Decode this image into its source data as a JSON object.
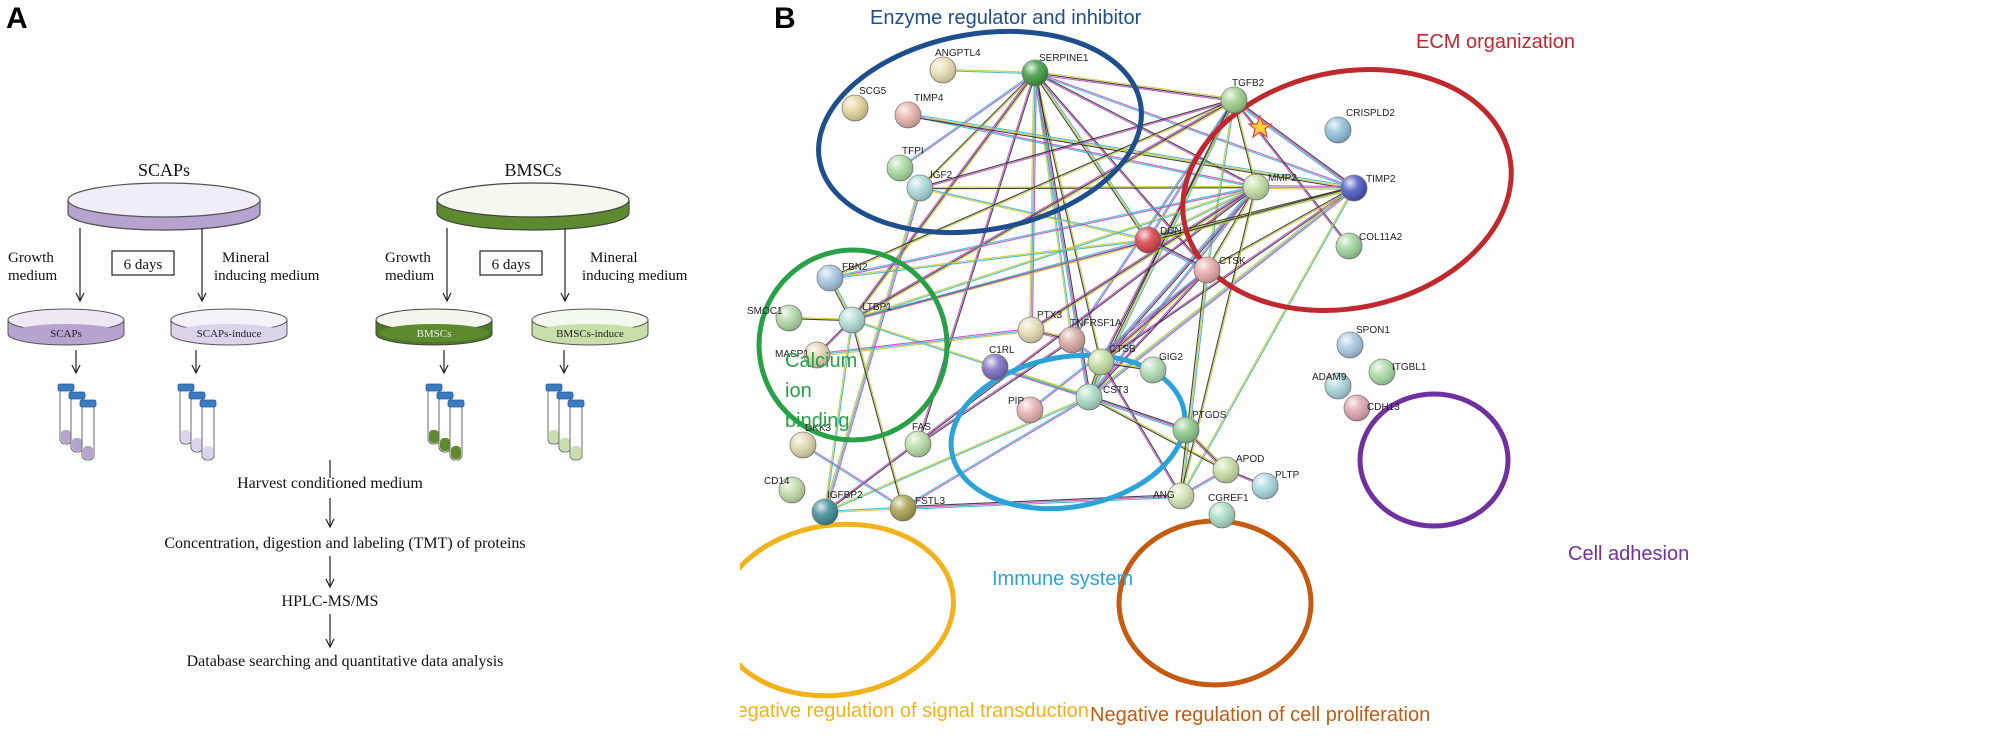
{
  "panel_a": {
    "label": "A",
    "left_cells": "SCAPs",
    "right_cells": "BMSCs",
    "growth_label_1": "Growth",
    "growth_label_2": "medium",
    "days": "6 days",
    "mineral_label_1": "Mineral",
    "mineral_label_2": "inducing medium",
    "dish_scaps": "SCAPs",
    "dish_scaps_induce": "SCAPs-induce",
    "dish_bmscs": "BMSCs",
    "dish_bmscs_induce": "BMSCs-induce",
    "steps": [
      "Harvest conditioned medium",
      "Concentration, digestion and labeling (TMT) of proteins",
      "HPLC-MS/MS",
      "Database searching and quantitative data analysis"
    ],
    "colors": {
      "scaps_dish": "#b7a3cf",
      "scaps_induce_dish": "#ddd3ea",
      "bmscs_dish": "#5c8a2d",
      "bmscs_induce_dish": "#c8dfaa",
      "tube_cap": "#3b7bbf"
    }
  },
  "panel_b": {
    "label": "B",
    "categories": {
      "enzyme": {
        "text": "Enzyme regulator and inhibitor",
        "color": "#1f4e8c"
      },
      "ecm": {
        "text": "ECM organization",
        "color": "#c0282d"
      },
      "calcium_1": {
        "text": "Calcium",
        "color": "#27a046"
      },
      "calcium_2": {
        "text": "ion",
        "color": "#27a046"
      },
      "calcium_3": {
        "text": "binding",
        "color": "#27a046"
      },
      "immune": {
        "text": "Immune system",
        "color": "#2aa3d8"
      },
      "cell_adhesion": {
        "text": "Cell adhesion",
        "color": "#7030a0"
      },
      "neg_signal": {
        "text": "Negative regulation of signal transduction",
        "color": "#f2b21b"
      },
      "neg_prolif": {
        "text": "Negative regulation of cell proliferation",
        "color": "#c55a11"
      }
    },
    "nodes": [
      {
        "id": "ANGPTL4",
        "color": "#e6deb0"
      },
      {
        "id": "SERPINE1",
        "color": "#3d9a3d"
      },
      {
        "id": "SCG5",
        "color": "#e3d49a"
      },
      {
        "id": "TIMP4",
        "color": "#e8b0a8"
      },
      {
        "id": "TFPI",
        "color": "#a8dba0"
      },
      {
        "id": "IGF2",
        "color": "#a8d8d8"
      },
      {
        "id": "TGFB2",
        "color": "#9ccf8a"
      },
      {
        "id": "CRISPLD2",
        "color": "#8ec0dc"
      },
      {
        "id": "MMP2",
        "color": "#c4dea0"
      },
      {
        "id": "TIMP2",
        "color": "#4a55c0"
      },
      {
        "id": "DCN",
        "color": "#d8404a"
      },
      {
        "id": "COL11A2",
        "color": "#9ed49a"
      },
      {
        "id": "CTSK",
        "color": "#e8a8a8"
      },
      {
        "id": "FBN2",
        "color": "#a4c4e0"
      },
      {
        "id": "SMOC1",
        "color": "#b0d8a4"
      },
      {
        "id": "LTBP1",
        "color": "#b0dcd4"
      },
      {
        "id": "MASP1",
        "color": "#e6d4b0"
      },
      {
        "id": "PTX3",
        "color": "#e6dcb0"
      },
      {
        "id": "TNFRSF1A",
        "color": "#d8a8a0"
      },
      {
        "id": "C1RL",
        "color": "#7c6cc0"
      },
      {
        "id": "CTSB",
        "color": "#c4dea0"
      },
      {
        "id": "GIG2",
        "color": "#b0dcb4"
      },
      {
        "id": "CST3",
        "color": "#a8dcc4"
      },
      {
        "id": "PIP",
        "color": "#e8b0b0"
      },
      {
        "id": "SPON1",
        "color": "#a8c8e4"
      },
      {
        "id": "ITGBL1",
        "color": "#a8dca4"
      },
      {
        "id": "ADAM9",
        "color": "#a8d4dc"
      },
      {
        "id": "CDH13",
        "color": "#e0a4b0"
      },
      {
        "id": "DKK3",
        "color": "#dcd8ac"
      },
      {
        "id": "FAS",
        "color": "#b8dca4"
      },
      {
        "id": "CD14",
        "color": "#c4dca8"
      },
      {
        "id": "IGFBP2",
        "color": "#3e8c94"
      },
      {
        "id": "FSTL3",
        "color": "#a8a04c"
      },
      {
        "id": "PTGDS",
        "color": "#8cc88c"
      },
      {
        "id": "APOD",
        "color": "#c8dca4"
      },
      {
        "id": "PLTP",
        "color": "#a8d8e0"
      },
      {
        "id": "ANG",
        "color": "#d4e4b4"
      },
      {
        "id": "CGREF1",
        "color": "#a8dcc4"
      }
    ]
  }
}
